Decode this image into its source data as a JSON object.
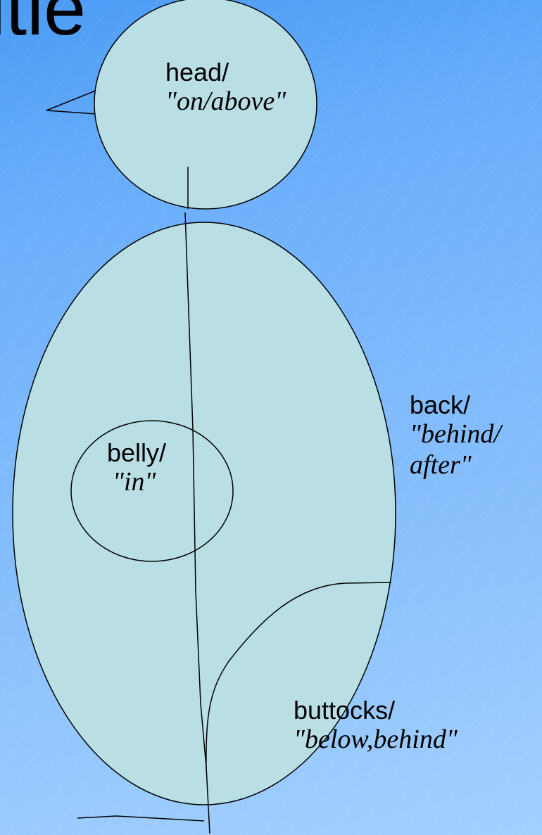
{
  "slide": {
    "title": "Title",
    "background_colors": [
      "#4a9bf5",
      "#a4d0fe"
    ],
    "shape_fill": "#b9dfe5"
  },
  "labels": {
    "head": {
      "name": "head/",
      "gloss": "\"on/above\""
    },
    "back": {
      "name": "back/",
      "gloss_1": "\"behind/",
      "gloss_2": "after\""
    },
    "belly": {
      "name": "belly/",
      "gloss": "\"in\""
    },
    "buttocks": {
      "name": "buttocks/",
      "gloss": "\"below,behind\""
    }
  }
}
